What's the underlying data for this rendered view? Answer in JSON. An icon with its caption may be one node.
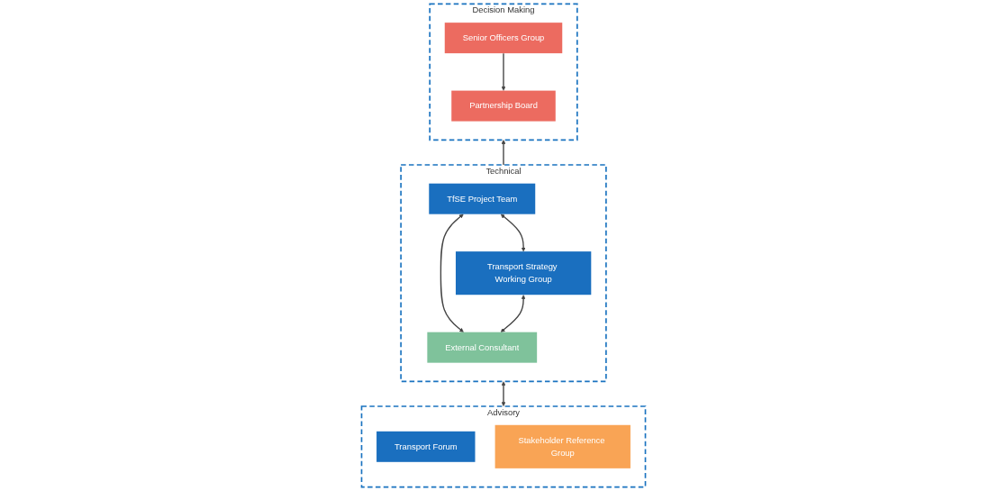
{
  "diagram": {
    "nodes": [
      {
        "text": [
          "Decision Making"
        ]
      },
      {
        "text": [
          "Partnership Board"
        ],
        "in": 0
      },
      {
        "text": [
          "Senior Officers Group"
        ],
        "in": 0
      },
      {
        "text": [
          "Advisory"
        ]
      },
      {
        "text": [
          "Transport Forum"
        ],
        "in": 3
      },
      {
        "text": [
          "Stakeholder Reference Group"
        ],
        "in": 3
      },
      {
        "text": [
          "Technical"
        ]
      },
      {
        "text": [
          "TfSE Project Team"
        ],
        "in": 6
      },
      {
        "text": [
          "Transport Strategy Working Group"
        ],
        "in": 6
      },
      {
        "text": [
          "External Consultant"
        ],
        "in": 6
      }
    ],
    "edges": [
      {
        "from": 2,
        "to": 1,
        "arrow": "to"
      },
      {
        "from": 6,
        "to": 0,
        "arrow": "to"
      },
      {
        "from": 3,
        "to": 6,
        "arrow": "both"
      },
      {
        "from": 7,
        "to": 8,
        "arrow": "both"
      },
      {
        "from": 7,
        "to": 9,
        "arrow": "both"
      },
      {
        "from": 8,
        "to": 9,
        "arrow": "both"
      }
    ]
  }
}
